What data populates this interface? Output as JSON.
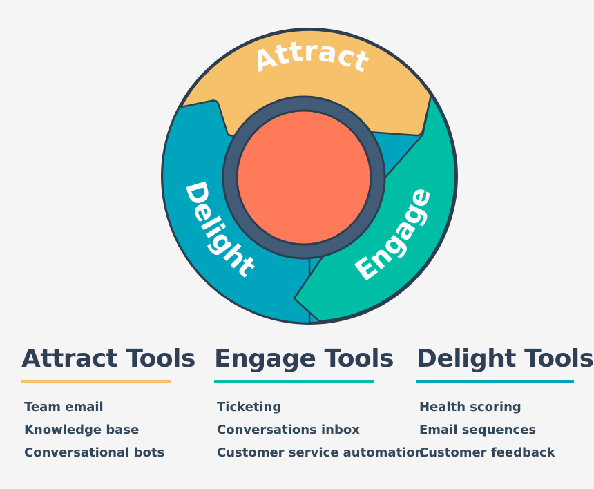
{
  "wheel": {
    "segments": [
      {
        "label": "Attract",
        "color": "#f5c26b"
      },
      {
        "label": "Engage",
        "color": "#00bda5"
      },
      {
        "label": "Delight",
        "color": "#00a4bd"
      }
    ],
    "ring_color": "#425b76",
    "center_color": "#ff7a59",
    "outline_color": "#2d3e50"
  },
  "columns": [
    {
      "title": "Attract Tools",
      "accent": "#f5c26b",
      "items": [
        "Team email",
        "Knowledge base",
        "Conversational bots"
      ]
    },
    {
      "title": "Engage Tools",
      "accent": "#00bda5",
      "items": [
        "Ticketing",
        "Conversations inbox",
        "Customer service automation"
      ]
    },
    {
      "title": "Delight Tools",
      "accent": "#00a4bd",
      "items": [
        "Health scoring",
        "Email sequences",
        "Customer feedback"
      ]
    }
  ]
}
